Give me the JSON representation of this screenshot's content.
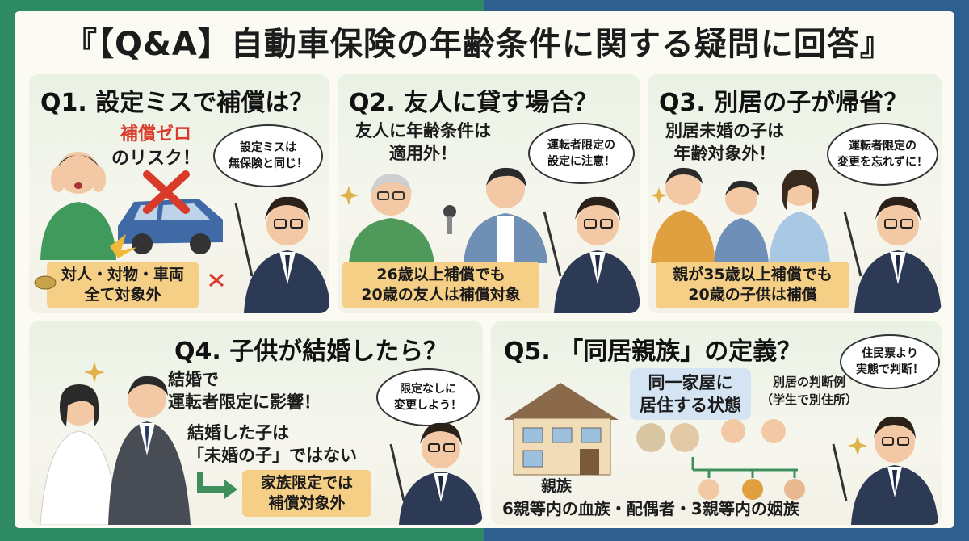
{
  "title": "『【Q&A】自動車保険の年齢条件に関する疑問に回答』",
  "colors": {
    "left_band": "#2e8a63",
    "right_band": "#2f5f8f",
    "highlight_box": "#f5cf86",
    "red": "#d93a2a"
  },
  "panels": {
    "q1": {
      "title": "Q1. 設定ミスで補償は？",
      "alert_lines": [
        "補償ゼロ",
        "のリスク！"
      ],
      "bubble_lines": [
        "設定ミスは",
        "無保険と同じ！"
      ],
      "box_lines": [
        "対人・対物・車両",
        "全て対象外"
      ]
    },
    "q2": {
      "title": "Q2. 友人に貸す場合？",
      "text_lines": [
        "友人に年齢条件は",
        "適用外！"
      ],
      "bubble_lines": [
        "運転者限定の",
        "設定に注意！"
      ],
      "box_lines": [
        "26歳以上補償でも",
        "20歳の友人は補償対象"
      ]
    },
    "q3": {
      "title": "Q3. 別居の子が帰省？",
      "text_lines": [
        "別居未婚の子は",
        "年齢対象外！"
      ],
      "bubble_lines": [
        "運転者限定の",
        "変更を忘れずに！"
      ],
      "box_lines": [
        "親が35歳以上補償でも",
        "20歳の子供は補償"
      ]
    },
    "q4": {
      "title": "Q4. 子供が結婚したら？",
      "text_a_lines": [
        "結婚で",
        "運転者限定に影響！"
      ],
      "text_b_lines": [
        "結婚した子は",
        "「未婚の子」ではない"
      ],
      "bubble_lines": [
        "限定なしに",
        "変更しよう！"
      ],
      "box_lines": [
        "家族限定では",
        "補償対象外"
      ]
    },
    "q5": {
      "title": "Q5. 「同居親族」の定義？",
      "blue_box_lines": [
        "同一家屋に",
        "居住する状態"
      ],
      "example_lines": [
        "別居の判断例",
        "（学生で別住所）"
      ],
      "bubble_lines": [
        "住民票より",
        "実態で判断！"
      ],
      "family_label": "親族",
      "family_definition": "6親等内の血族・配偶者・3親等内の姻族"
    }
  }
}
